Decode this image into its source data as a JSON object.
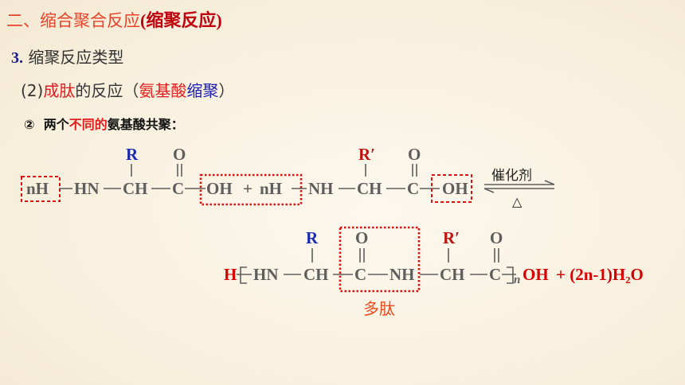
{
  "heading": {
    "main": "二、缩合聚合反应",
    "paren": "(缩聚反应)"
  },
  "section": {
    "num": "3.",
    "text": "缩聚反应类型"
  },
  "subsection": {
    "prefix": "(2)",
    "red": "成肽",
    "mid": "的反应（",
    "blue1": "氨基酸",
    "blue2": "缩聚",
    "end": "）"
  },
  "item": {
    "mark": "②",
    "pre": "两个",
    "red": "不同的",
    "post": "氨基酸共聚："
  },
  "condition": {
    "top": "催化剂",
    "bottom": "△"
  },
  "reactant1": {
    "nH": "nH",
    "HN": "HN",
    "CH": "CH",
    "C": "C",
    "OH": "OH",
    "R": "R",
    "O": "O"
  },
  "plus": "+",
  "reactant2": {
    "nH": "nH",
    "NH": "NH",
    "CH": "CH",
    "C": "C",
    "OH": "OH",
    "R": "R′",
    "O": "O"
  },
  "product": {
    "H": "H",
    "HN": "HN",
    "CH1": "CH",
    "C1": "C",
    "NH": "NH",
    "CH2": "CH",
    "C2": "C",
    "n": "n",
    "OH": "OH",
    "water": "+ (2n-1)H₂O",
    "R1": "R",
    "R2": "R′",
    "O1": "O",
    "O2": "O"
  },
  "label": "多肽"
}
